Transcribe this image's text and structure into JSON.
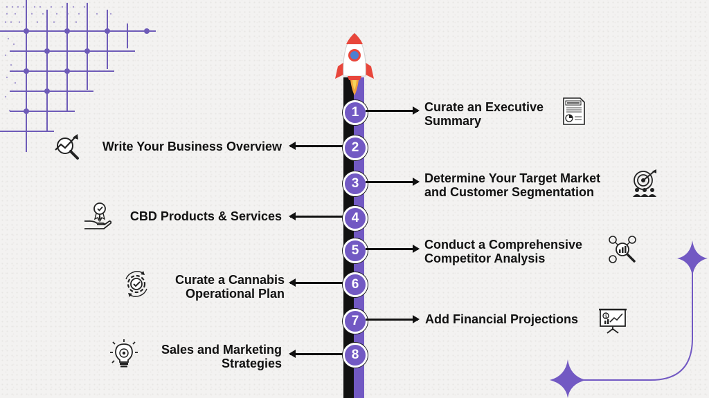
{
  "steps": [
    {
      "number": "1",
      "label": "Curate an Executive Summary",
      "line1": "Curate an Executive",
      "line2": "Summary",
      "icon": "summary-document-icon"
    },
    {
      "number": "2",
      "label": "Write Your Business Overview",
      "line1": "Write Your Business Overview",
      "line2": "",
      "icon": "magnifier-growth-chart-icon"
    },
    {
      "number": "3",
      "label": "Determine Your Target Market and Customer Segmentation",
      "line1": "Determine Your Target Market",
      "line2": "and Customer Segmentation",
      "icon": "target-audience-icon"
    },
    {
      "number": "4",
      "label": "CBD Products & Services",
      "line1": "CBD Products & Services",
      "line2": "",
      "icon": "hand-award-icon"
    },
    {
      "number": "5",
      "label": "Conduct a Comprehensive Competitor Analysis",
      "line1": "Conduct a Comprehensive",
      "line2": "Competitor Analysis",
      "icon": "competitor-analysis-icon"
    },
    {
      "number": "6",
      "label": "Curate a Cannabis Operational Plan",
      "line1": "Curate a Cannabis",
      "line2": "Operational Plan",
      "icon": "gear-check-icon"
    },
    {
      "number": "7",
      "label": "Add Financial Projections",
      "line1": "Add Financial Projections",
      "line2": "",
      "icon": "financial-presentation-icon"
    },
    {
      "number": "8",
      "label": "Sales and Marketing Strategies",
      "line1": "Sales and Marketing",
      "line2": "Strategies",
      "icon": "lightbulb-target-icon"
    }
  ],
  "colors": {
    "accent": "#7259c3",
    "line_dark": "#111111",
    "rocket_red": "#e8463b",
    "background": "#f3f2f1"
  }
}
